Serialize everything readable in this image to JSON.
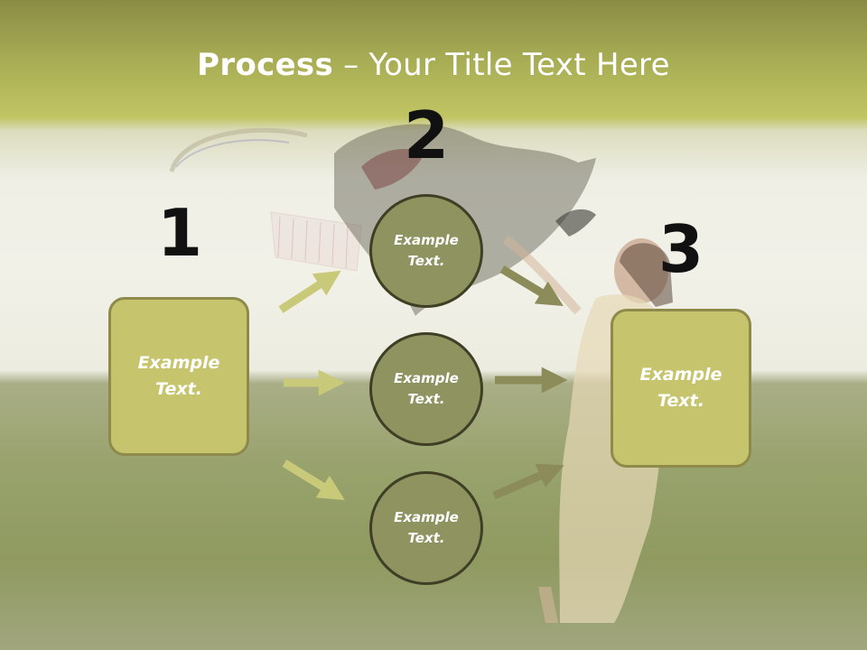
{
  "slide": {
    "title_bold": "Process",
    "title_rest": " – Your Title Text Here"
  },
  "steps": [
    {
      "number": "1",
      "text_line1": "Example",
      "text_line2": "Text."
    },
    {
      "number": "2"
    },
    {
      "number": "3",
      "text_line1": "Example",
      "text_line2": "Text."
    }
  ],
  "circles": [
    {
      "text_line1": "Example",
      "text_line2": "Text."
    },
    {
      "text_line1": "Example",
      "text_line2": "Text."
    },
    {
      "text_line1": "Example",
      "text_line2": "Text."
    }
  ],
  "colors": {
    "box_fill": "#c6c46d",
    "box_border": "#8d8a4b",
    "circle_fill": "#8e9360",
    "circle_border": "#3e3f24",
    "arrow_left": "#c9c97a",
    "arrow_right": "#8c8c5a"
  }
}
